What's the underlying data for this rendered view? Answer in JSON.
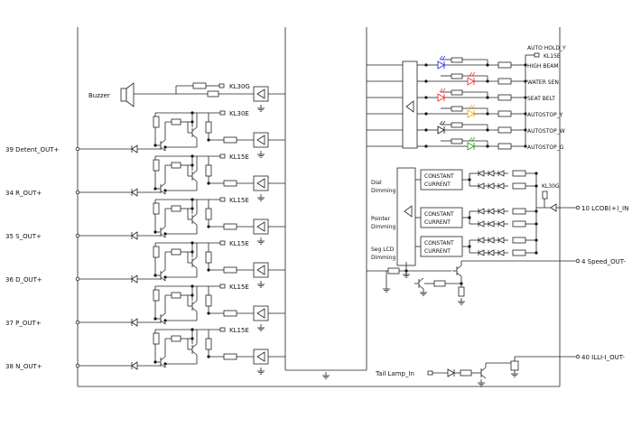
{
  "left_block": {
    "buzzer_label": "Buzzer",
    "buzzer_ref": "KL30G",
    "channels": [
      {
        "pin": "39",
        "name": "Detent_OUT+",
        "ref": "KL30E"
      },
      {
        "pin": "34",
        "name": "R_OUT+",
        "ref": "KL15E"
      },
      {
        "pin": "35",
        "name": "S_OUT+",
        "ref": "KL15E"
      },
      {
        "pin": "36",
        "name": "D_OUT+",
        "ref": "KL15E"
      },
      {
        "pin": "37",
        "name": "P_OUT+",
        "ref": "KL15E"
      },
      {
        "pin": "38",
        "name": "N_OUT+",
        "ref": "KL15E"
      }
    ]
  },
  "indicators": {
    "header": "AUTO HOLD_Y",
    "header_ref": "KL15E",
    "items": [
      {
        "label": "HIGH BEAM",
        "color": "#2a2aff"
      },
      {
        "label": "WATER SEN",
        "color": "#ff2a2a"
      },
      {
        "label": "SEAT BELT",
        "color": "#ff2a2a"
      },
      {
        "label": "AUTOSTOP_Y",
        "color": "#f0b400"
      },
      {
        "label": "AUTOSTOP_W",
        "color": "#222222"
      },
      {
        "label": "AUTOSTOP_G",
        "color": "#1aaa1a"
      }
    ]
  },
  "dimming": {
    "groups": [
      {
        "label": "Dial",
        "sublabel": "Dimming"
      },
      {
        "label": "Pointer",
        "sublabel": "Dimming"
      },
      {
        "label": "Seg LCD",
        "sublabel": "Dimming"
      }
    ],
    "cc_line1": "CONSTANT",
    "cc_line2": "CURRENT",
    "ref": "KL30G"
  },
  "right_pins": [
    {
      "pin": "10",
      "name": "LCOB(+)_IN"
    },
    {
      "pin": "4",
      "name": "Speed_OUT-"
    },
    {
      "pin": "40",
      "name": "ILLI-I_OUT-"
    }
  ],
  "tail_lamp": "Tail Lamp_In"
}
